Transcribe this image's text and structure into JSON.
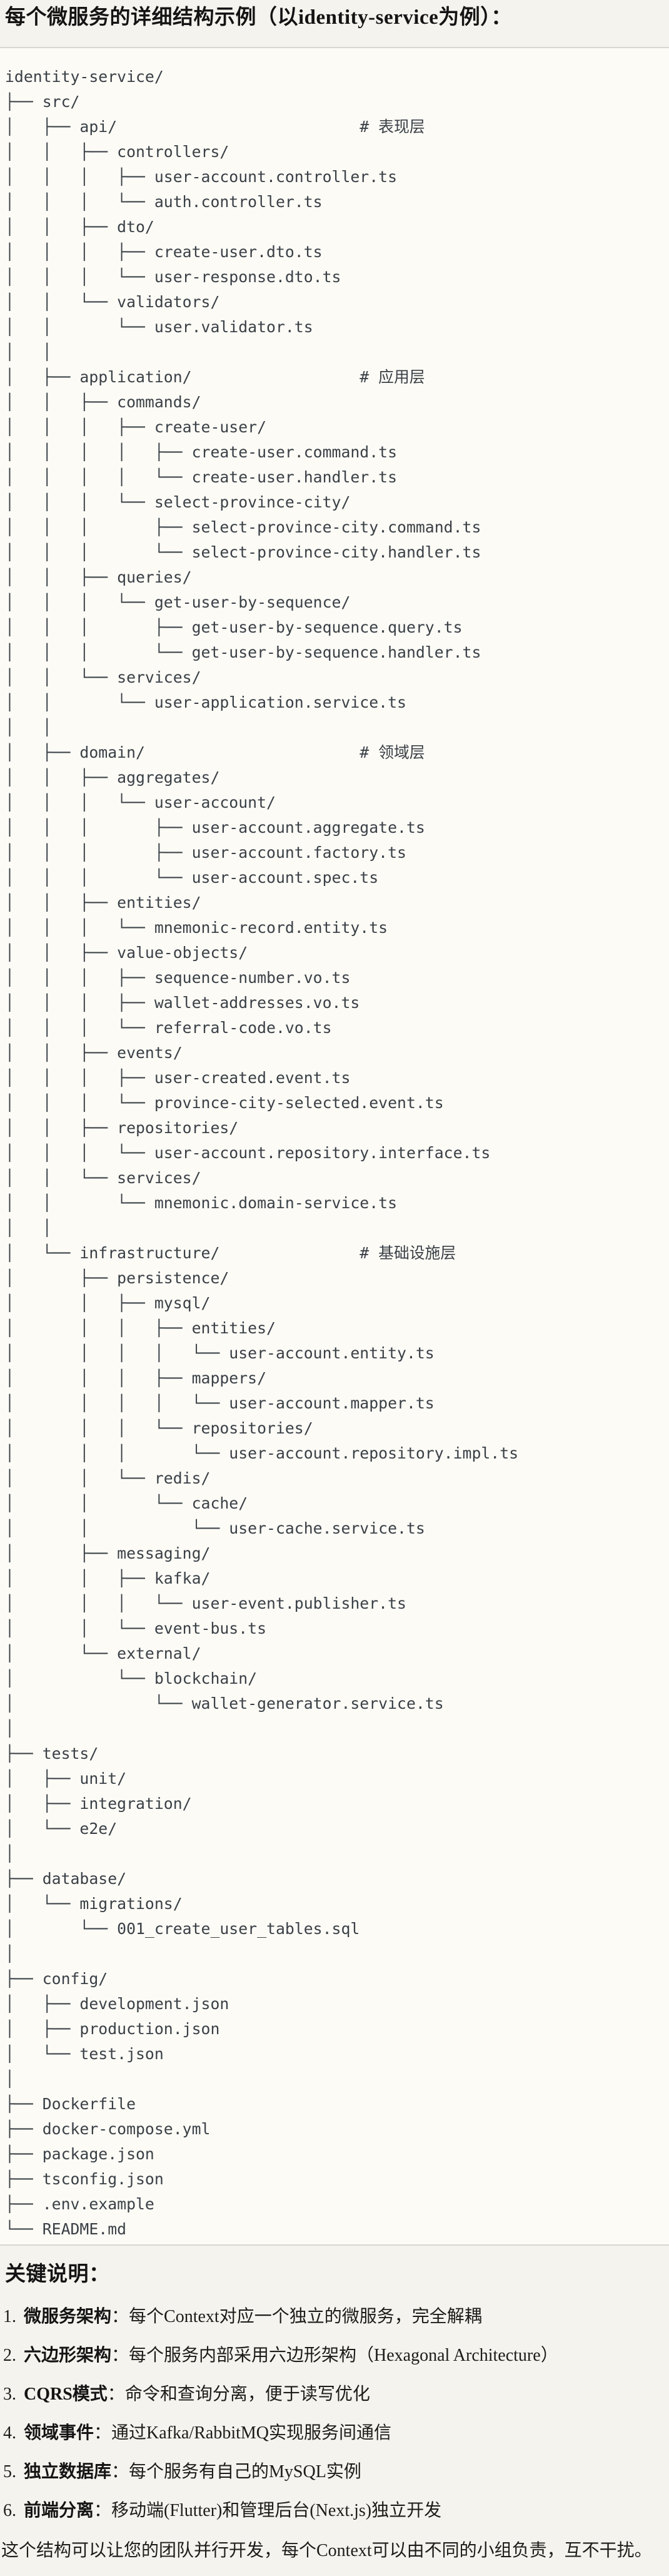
{
  "page": {
    "title": "每个微服务的详细结构示例（以identity-service为例）："
  },
  "tree": {
    "lines": [
      "identity-service/",
      "├── src/",
      "│   ├── api/                          # 表现层",
      "│   │   ├── controllers/",
      "│   │   │   ├── user-account.controller.ts",
      "│   │   │   └── auth.controller.ts",
      "│   │   ├── dto/",
      "│   │   │   ├── create-user.dto.ts",
      "│   │   │   └── user-response.dto.ts",
      "│   │   └── validators/",
      "│   │       └── user.validator.ts",
      "│   │",
      "│   ├── application/                  # 应用层",
      "│   │   ├── commands/",
      "│   │   │   ├── create-user/",
      "│   │   │   │   ├── create-user.command.ts",
      "│   │   │   │   └── create-user.handler.ts",
      "│   │   │   └── select-province-city/",
      "│   │   │       ├── select-province-city.command.ts",
      "│   │   │       └── select-province-city.handler.ts",
      "│   │   ├── queries/",
      "│   │   │   └── get-user-by-sequence/",
      "│   │   │       ├── get-user-by-sequence.query.ts",
      "│   │   │       └── get-user-by-sequence.handler.ts",
      "│   │   └── services/",
      "│   │       └── user-application.service.ts",
      "│   │",
      "│   ├── domain/                       # 领域层",
      "│   │   ├── aggregates/",
      "│   │   │   └── user-account/",
      "│   │   │       ├── user-account.aggregate.ts",
      "│   │   │       ├── user-account.factory.ts",
      "│   │   │       └── user-account.spec.ts",
      "│   │   ├── entities/",
      "│   │   │   └── mnemonic-record.entity.ts",
      "│   │   ├── value-objects/",
      "│   │   │   ├── sequence-number.vo.ts",
      "│   │   │   ├── wallet-addresses.vo.ts",
      "│   │   │   └── referral-code.vo.ts",
      "│   │   ├── events/",
      "│   │   │   ├── user-created.event.ts",
      "│   │   │   └── province-city-selected.event.ts",
      "│   │   ├── repositories/",
      "│   │   │   └── user-account.repository.interface.ts",
      "│   │   └── services/",
      "│   │       └── mnemonic.domain-service.ts",
      "│   │",
      "│   └── infrastructure/               # 基础设施层",
      "│       ├── persistence/",
      "│       │   ├── mysql/",
      "│       │   │   ├── entities/",
      "│       │   │   │   └── user-account.entity.ts",
      "│       │   │   ├── mappers/",
      "│       │   │   │   └── user-account.mapper.ts",
      "│       │   │   └── repositories/",
      "│       │   │       └── user-account.repository.impl.ts",
      "│       │   └── redis/",
      "│       │       └── cache/",
      "│       │           └── user-cache.service.ts",
      "│       ├── messaging/",
      "│       │   ├── kafka/",
      "│       │   │   └── user-event.publisher.ts",
      "│       │   └── event-bus.ts",
      "│       └── external/",
      "│           └── blockchain/",
      "│               └── wallet-generator.service.ts",
      "│",
      "├── tests/",
      "│   ├── unit/",
      "│   ├── integration/",
      "│   └── e2e/",
      "│",
      "├── database/",
      "│   └── migrations/",
      "│       └── 001_create_user_tables.sql",
      "│",
      "├── config/",
      "│   ├── development.json",
      "│   ├── production.json",
      "│   └── test.json",
      "│",
      "├── Dockerfile",
      "├── docker-compose.yml",
      "├── package.json",
      "├── tsconfig.json",
      "├── .env.example",
      "└── README.md"
    ]
  },
  "notes": {
    "heading": "关键说明：",
    "items": [
      {
        "num": "1.",
        "label": "微服务架构",
        "colon": "：",
        "text": "每个Context对应一个独立的微服务，完全解耦"
      },
      {
        "num": "2.",
        "label": "六边形架构",
        "colon": "：",
        "text": "每个服务内部采用六边形架构（Hexagonal Architecture）"
      },
      {
        "num": "3.",
        "label": "CQRS模式",
        "colon": "：",
        "text": "命令和查询分离，便于读写优化"
      },
      {
        "num": "4.",
        "label": "领域事件",
        "colon": "：",
        "text": "通过Kafka/RabbitMQ实现服务间通信"
      },
      {
        "num": "5.",
        "label": "独立数据库",
        "colon": "：",
        "text": "每个服务有自己的MySQL实例"
      },
      {
        "num": "6.",
        "label": "前端分离",
        "colon": "：",
        "text": "移动端(Flutter)和管理后台(Next.js)独立开发"
      }
    ],
    "footer": "这个结构可以让您的团队并行开发，每个Context可以由不同的小组负责，互不干扰。"
  },
  "colors": {
    "page_background": "#f5f3ee",
    "code_background": "#fcfbf6",
    "divider": "#d9d7d2",
    "heading_text": "#141414",
    "body_text": "#1c1c1a",
    "code_text": "#3a4046"
  }
}
